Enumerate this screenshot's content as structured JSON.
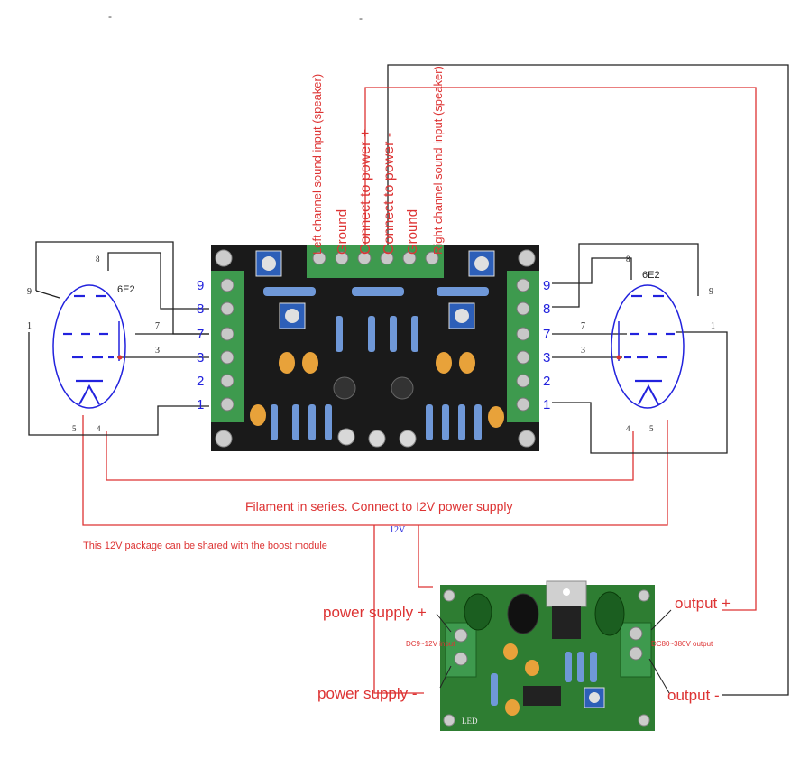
{
  "header_marks": [
    "-",
    "-"
  ],
  "top_labels": [
    "Left channel sound input (speaker)",
    "Ground",
    "Connect to power +",
    "Connect to power -",
    "Ground",
    "Right channel sound input (speaker)"
  ],
  "left_tube": {
    "model": "6E2",
    "pins": [
      "9",
      "8",
      "1",
      "7",
      "3",
      "5",
      "4"
    ]
  },
  "right_tube": {
    "model": "6E2",
    "pins": [
      "9",
      "8",
      "7",
      "1",
      "3",
      "4",
      "5"
    ]
  },
  "left_terminal_numbers": [
    "9",
    "8",
    "7",
    "3",
    "2",
    "1"
  ],
  "right_terminal_numbers": [
    "9",
    "8",
    "7",
    "3",
    "2",
    "1"
  ],
  "filament_note": "Filament in series. Connect to I2V power supply",
  "voltage_label": "12V",
  "shared_note": "This 12V package can be shared with the boost module",
  "boost_module": {
    "input_label": "DC9~12V input",
    "output_label": "DC80~380V output",
    "power_plus": "power supply +",
    "power_minus": "power supply -",
    "output_plus": "output +",
    "output_minus": "output -",
    "led_label": "LED"
  },
  "colors": {
    "wire_red": "#d33333",
    "wire_black": "#222222",
    "tube_blue": "#2222dd",
    "pcb_black": "#1a1a1a",
    "terminal_green": "#3e9a4e",
    "pcb_green": "#2e7d32",
    "label_red": "#d32f2f"
  }
}
